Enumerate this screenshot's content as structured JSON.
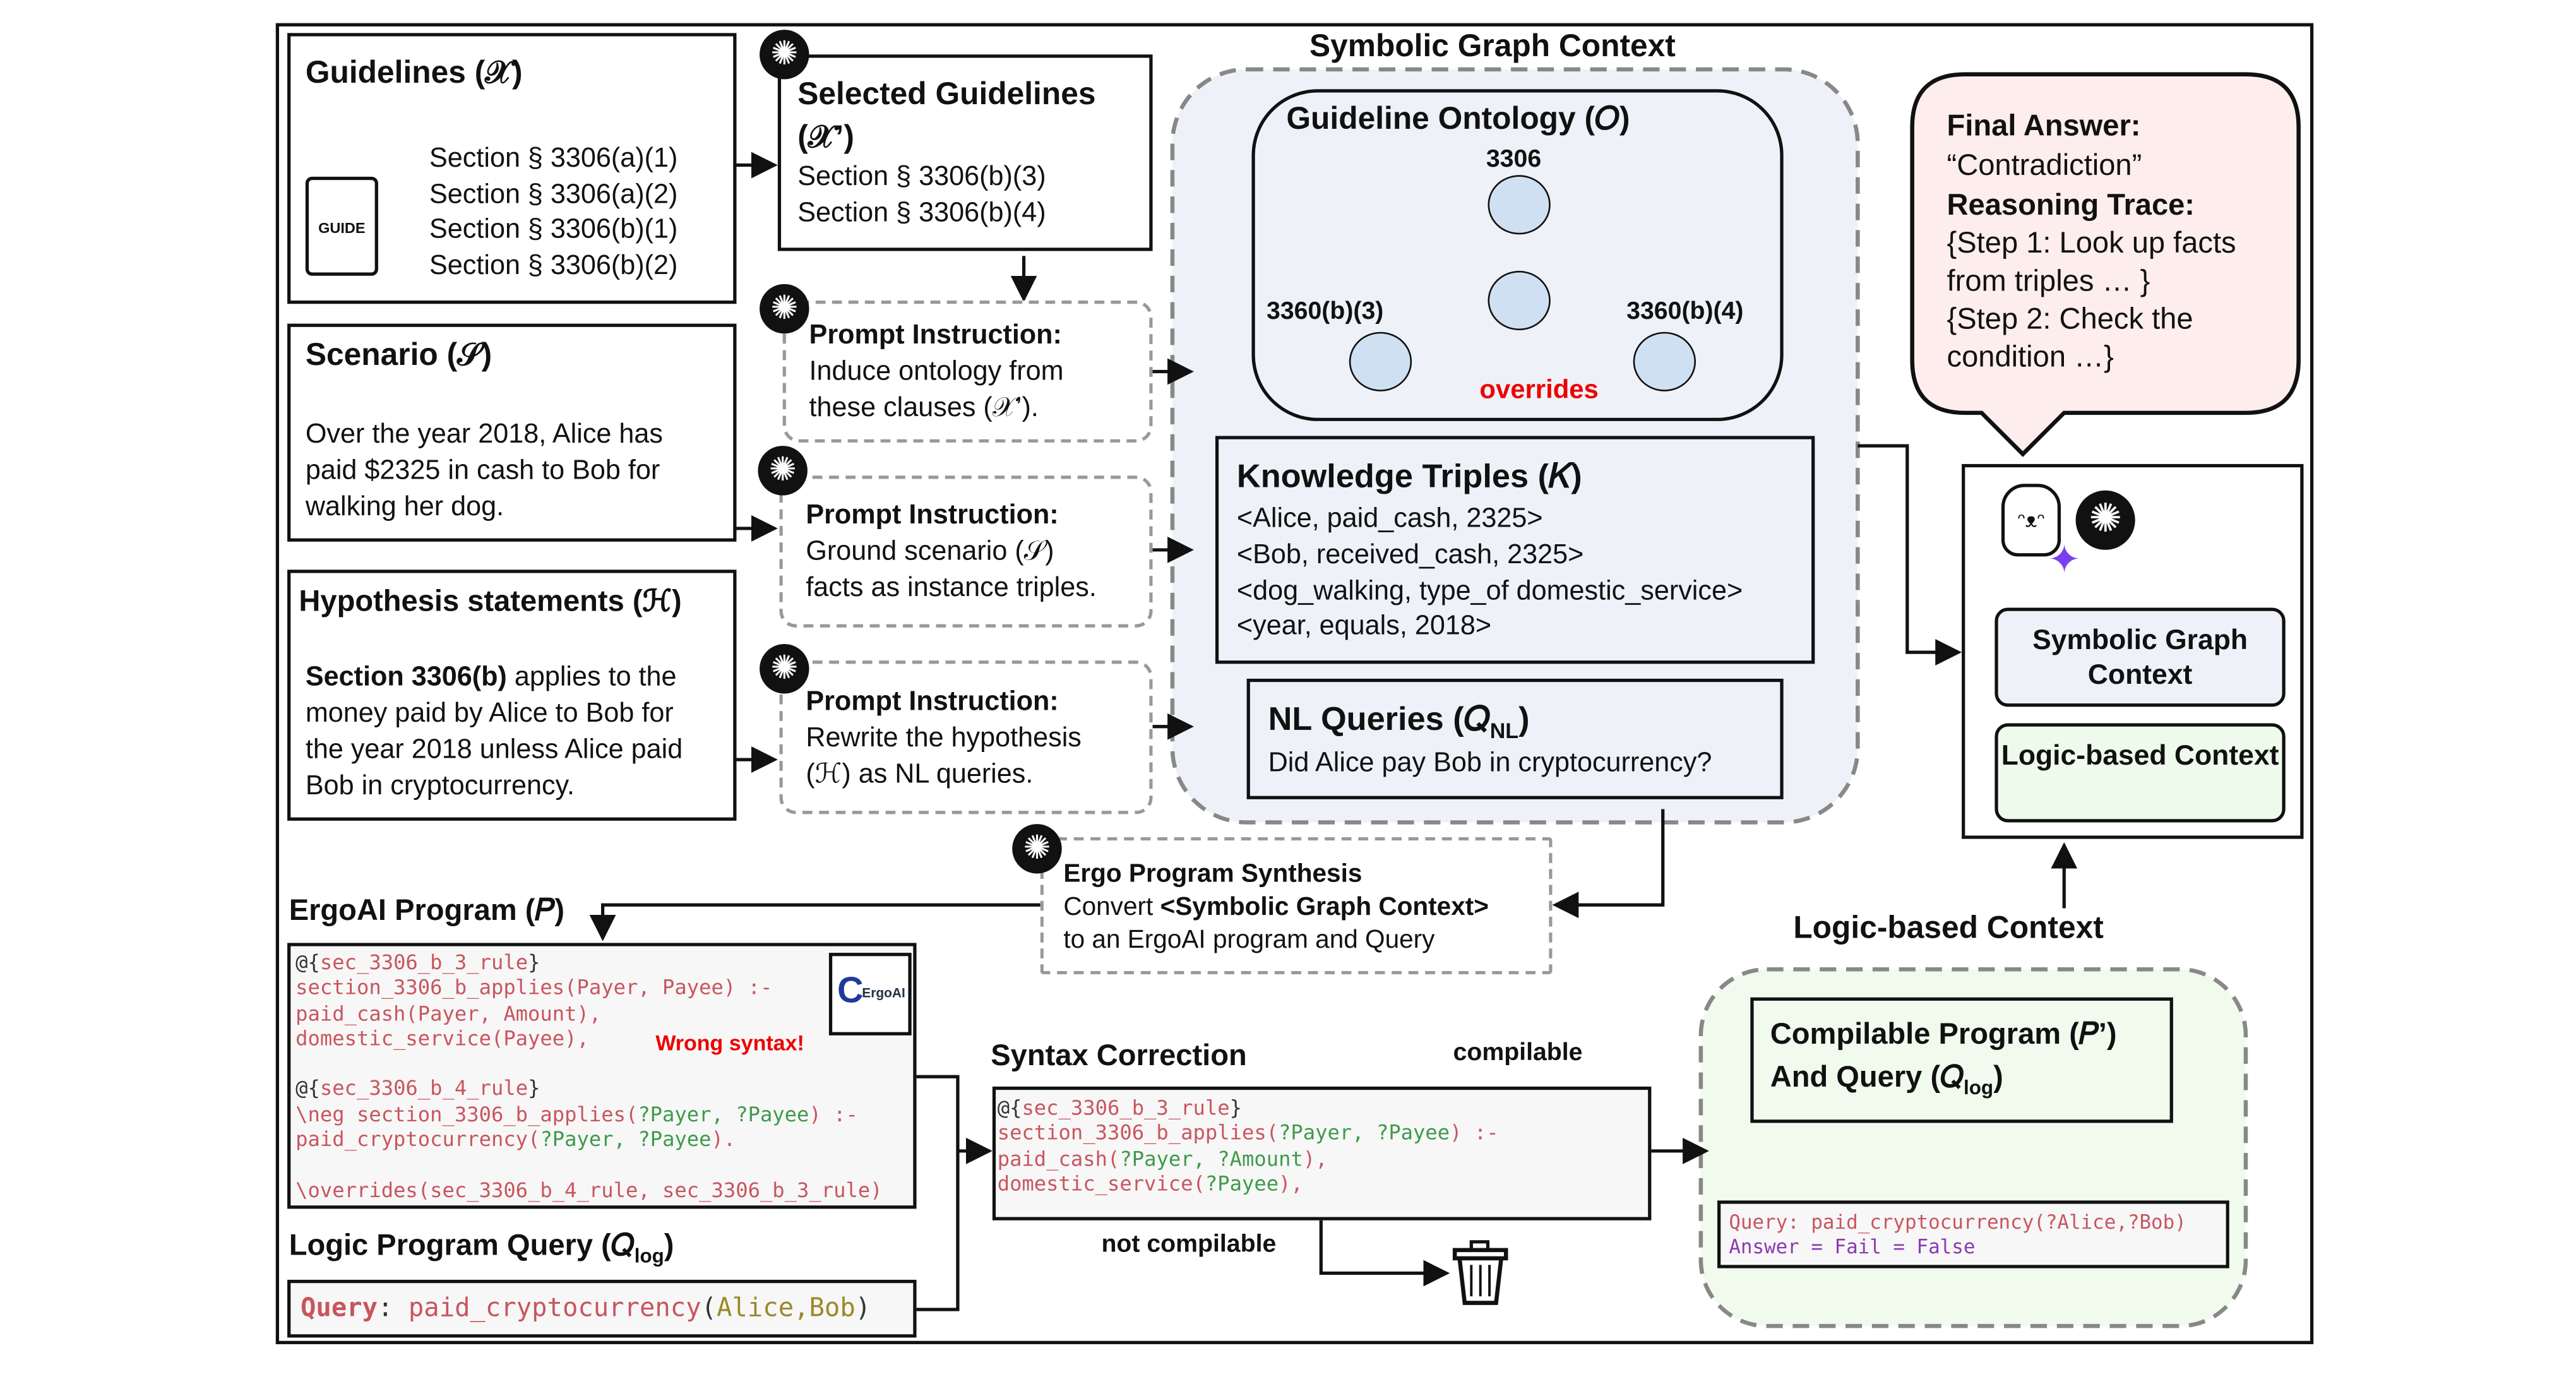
{
  "guidelines": {
    "title": "Guidelines (𝒳)",
    "icon_label": "GUIDE",
    "sections": [
      "Section § 3306(a)(1)",
      "Section § 3306(a)(2)",
      "Section § 3306(b)(1)",
      "Section § 3306(b)(2)"
    ]
  },
  "selected": {
    "title": "Selected Guidelines",
    "title2": "(𝒳’)",
    "sections": [
      "Section § 3306(b)(3)",
      "Section § 3306(b)(4)"
    ]
  },
  "prompt1": {
    "heading": "Prompt Instruction:",
    "lines": [
      "Induce ontology from",
      "these clauses (𝒳’)."
    ]
  },
  "prompt2": {
    "heading": "Prompt Instruction:",
    "lines": [
      "Ground scenario (𝒮)",
      "facts as instance triples."
    ]
  },
  "prompt3": {
    "heading": "Prompt Instruction:",
    "lines": [
      "Rewrite the hypothesis",
      "(ℋ) as NL queries."
    ]
  },
  "scenario": {
    "title": "Scenario (𝒮)",
    "lines": [
      "Over the year 2018, Alice has",
      "paid $2325 in cash to Bob for",
      "walking her dog."
    ]
  },
  "hypothesis": {
    "title": "Hypothesis statements (ℋ)",
    "lines": [
      "Section 3306(b) applies to the",
      "money paid by Alice to Bob for",
      "the year 2018 unless Alice paid",
      "Bob in cryptocurrency."
    ],
    "bold_prefix": "Section 3306(b)"
  },
  "symbolic": {
    "title": "Symbolic Graph Context",
    "ontology": {
      "title": "Guideline Ontology (𝑂)",
      "root": "3306",
      "left": "3360(b)(3)",
      "right": "3360(b)(4)",
      "edge": "overrides"
    },
    "triples": {
      "title": "Knowledge Triples (𝐾)",
      "items": [
        "<Alice, paid_cash, 2325>",
        "<Bob, received_cash, 2325>",
        "<dog_walking, type_of domestic_service>",
        "<year, equals, 2018>"
      ]
    },
    "nl": {
      "title": "NL Queries (𝑄",
      "sub": "NL",
      "close": ")",
      "query": "Did Alice pay Bob in cryptocurrency?"
    }
  },
  "final": {
    "answer_label": "Final Answer:",
    "answer": "“Contradiction”",
    "trace_label": "Reasoning Trace:",
    "trace": [
      "{Step 1: Look up facts",
      "from triples … }",
      "{Step 2: Check the",
      "condition …}"
    ]
  },
  "context_buttons": [
    "Symbolic Graph Context",
    "Logic-based Context"
  ],
  "synthesis": {
    "heading": "Ergo Program Synthesis",
    "line1_pre": "Convert ",
    "line1_bold": "<Symbolic Graph Context>",
    "line2": "to an ErgoAI program and Query"
  },
  "ergo": {
    "title": "ErgoAI Program (𝑃)",
    "logo": "ErgoAI",
    "wrong": "Wrong syntax!"
  },
  "query_title": {
    "title": "Logic Program Query (𝑄",
    "sub": "log",
    "close": ")"
  },
  "query": {
    "kw": "Query",
    "fn": "paid_cryptocurrency",
    "args": "Alice,Bob"
  },
  "syntax": {
    "title": "Syntax Correction",
    "compilable": "compilable",
    "not_compilable": "not compilable"
  },
  "logic": {
    "title": "Logic-based Context",
    "box_line1": "Compilable Program (𝑃’)",
    "box_line2": "And Query (𝑄",
    "sub": "log",
    "close": ")",
    "q_line": "Query: paid_cryptocurrency(?Alice,?Bob)",
    "a_line": "Answer = Fail = False"
  },
  "colors": {
    "graph_bg": "#eef2f8",
    "final_bg": "#fdeeed",
    "logic_bg": "#f0fbee",
    "error": "#e00000"
  }
}
